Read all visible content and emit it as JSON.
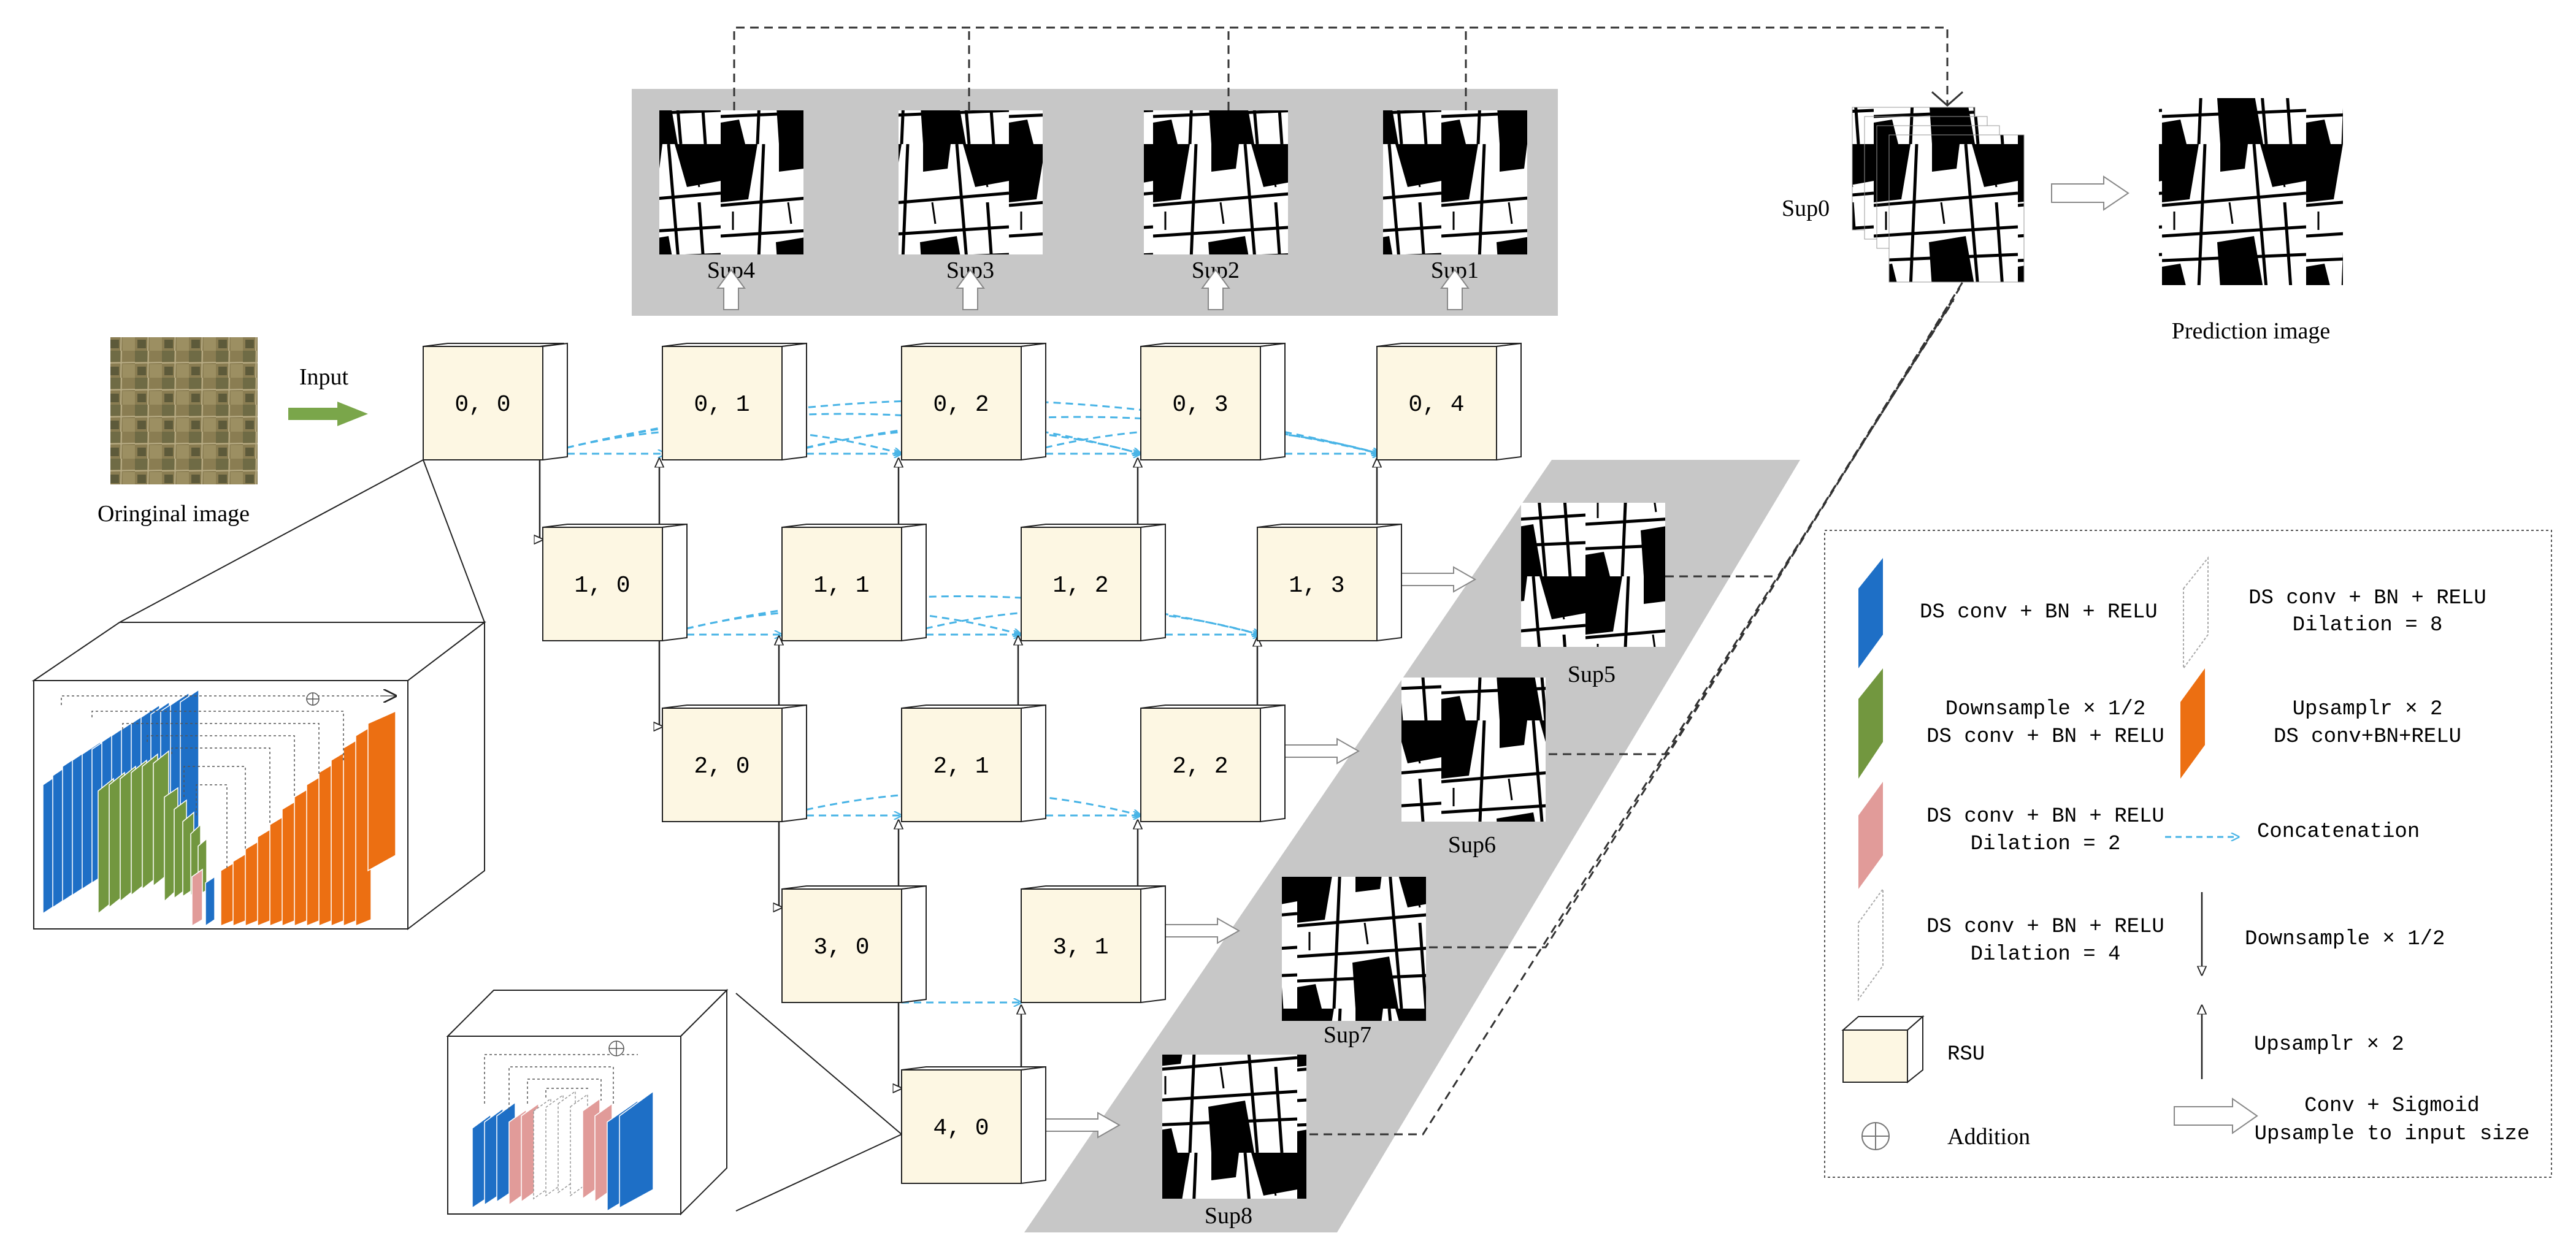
{
  "colors": {
    "rsu_face": "#fdf7e3",
    "blue": "#1e6fc6",
    "green": "#72973f",
    "pink": "#e19b99",
    "orange": "#ec6f12",
    "arrow_green": "#7aa64a",
    "concat_blue": "#49b4e6",
    "panel_gray": "#c7c7c7"
  },
  "labels": {
    "input": "Input",
    "original_image": "Oringinal image",
    "prediction_image": "Prediction image",
    "sup0": "Sup0",
    "sup1": "Sup1",
    "sup2": "Sup2",
    "sup3": "Sup3",
    "sup4": "Sup4",
    "sup5": "Sup5",
    "sup6": "Sup6",
    "sup7": "Sup7",
    "sup8": "Sup8"
  },
  "nodes": {
    "n00": "0, 0",
    "n01": "0, 1",
    "n02": "0, 2",
    "n03": "0, 3",
    "n04": "0, 4",
    "n10": "1, 0",
    "n11": "1, 1",
    "n12": "1, 2",
    "n13": "1, 3",
    "n20": "2, 0",
    "n21": "2, 1",
    "n22": "2, 2",
    "n30": "3, 0",
    "n31": "3, 1",
    "n40": "4, 0"
  },
  "legend": {
    "ds_conv_line1": "DS conv + BN + RELU",
    "ds_dil8_line1": "DS conv + BN + RELU",
    "ds_dil8_line2": "Dilation = 8",
    "down_line1": "Downsample × 1/2",
    "down_line2": "DS conv + BN + RELU",
    "up_line1": "Upsamplr × 2",
    "up_line2": "DS conv+BN+RELU",
    "dil2_line1": "DS conv + BN + RELU",
    "dil2_line2": "Dilation = 2",
    "concat": "Concatenation",
    "dil4_line1": "DS conv + BN + RELU",
    "dil4_line2": "Dilation = 4",
    "downsample_arrow": "Downsample × 1/2",
    "rsu": "RSU",
    "upsample_arrow": "Upsamplr × 2",
    "addition": "Addition",
    "sigmoid_line1": "Conv + Sigmoid",
    "sigmoid_line2": "Upsample to input size"
  }
}
